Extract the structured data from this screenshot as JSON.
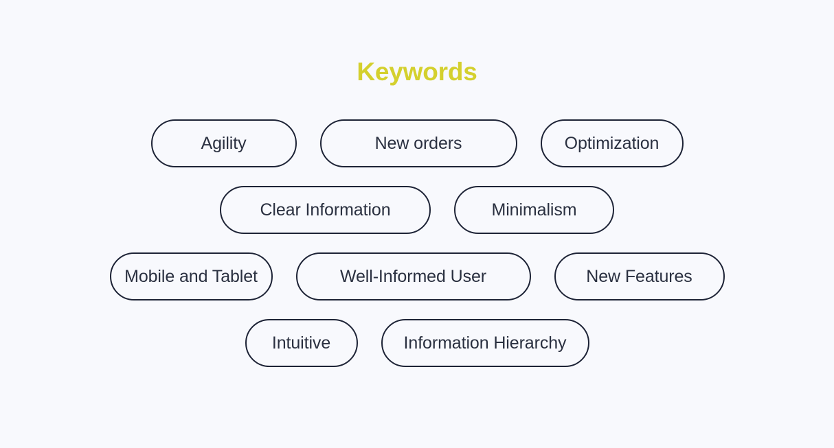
{
  "page": {
    "background_color": "#f8f9fd",
    "title": "Keywords",
    "title_color": "#d4d02e",
    "pill_border_color": "#1d2336",
    "pill_text_color": "#2a3040"
  },
  "keyword_rows": [
    {
      "items": [
        {
          "label": "Agility"
        },
        {
          "label": "New orders"
        },
        {
          "label": "Optimization"
        }
      ]
    },
    {
      "items": [
        {
          "label": "Clear Information"
        },
        {
          "label": "Minimalism"
        }
      ]
    },
    {
      "items": [
        {
          "label": "Mobile and Tablet"
        },
        {
          "label": "Well-Informed User"
        },
        {
          "label": "New Features"
        }
      ]
    },
    {
      "items": [
        {
          "label": "Intuitive"
        },
        {
          "label": "Information Hierarchy"
        }
      ]
    }
  ]
}
